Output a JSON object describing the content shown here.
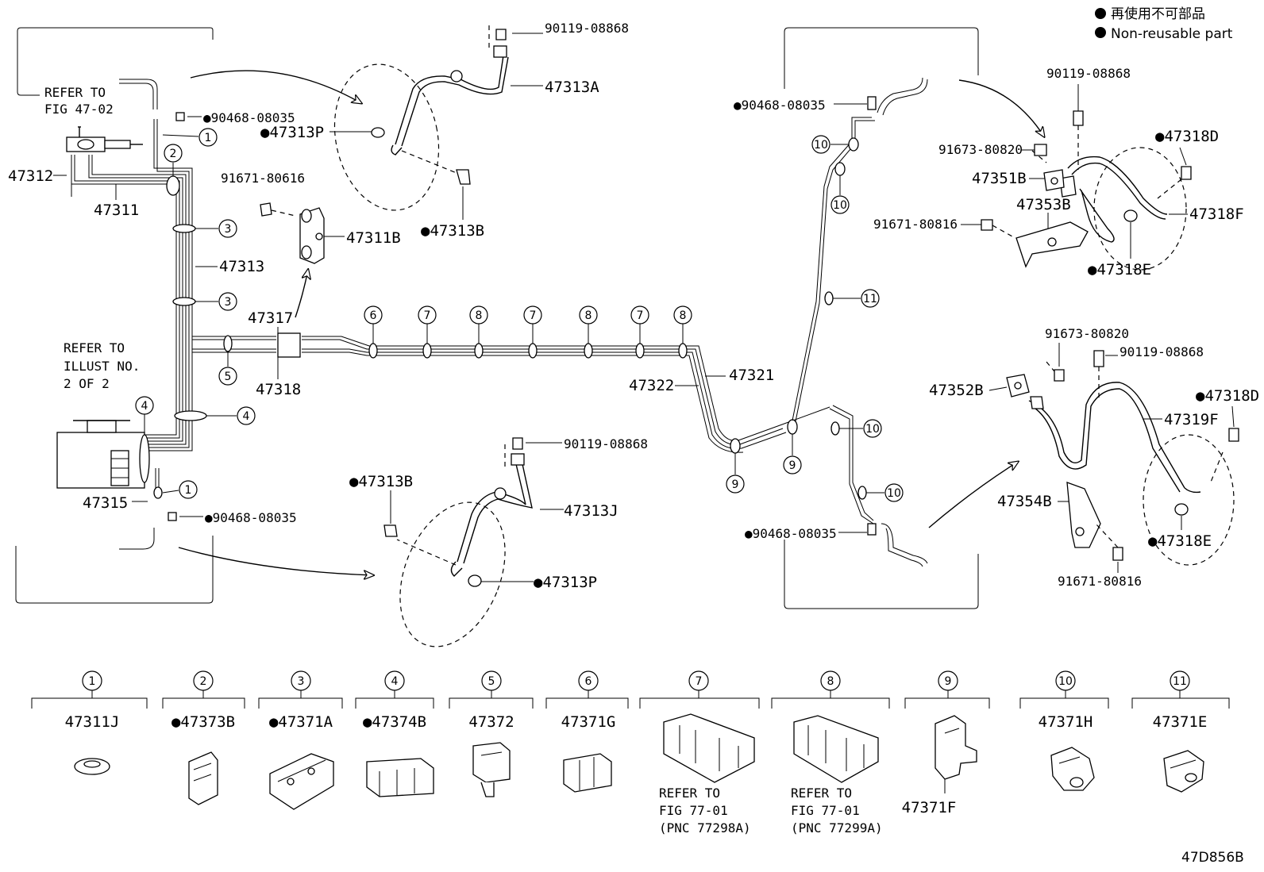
{
  "legend": {
    "jp": "再使用不可部品",
    "en": "Non-reusable part"
  },
  "figure_code": "47D856B",
  "refs": {
    "fig_47_02": [
      "REFER TO",
      "FIG 47-02"
    ],
    "illust": [
      "REFER TO",
      "ILLUST NO.",
      "2 OF 2"
    ],
    "fig_77_a": [
      "REFER TO",
      "FIG 77-01",
      "(PNC 77298A)"
    ],
    "fig_77_b": [
      "REFER TO",
      "FIG 77-01",
      "(PNC 77299A)"
    ]
  },
  "labels": {
    "p90119_a": "90119-08868",
    "p47313A": "47313A",
    "p90468_a": "●90468-08035",
    "p47313P_a": "●47313P",
    "p47312": "47312",
    "p47311": "47311",
    "p91671_a": "91671-80616",
    "p47311B": "47311B",
    "p47313B_a": "●47313B",
    "p47313": "47313",
    "p47317": "47317",
    "p47318": "47318",
    "p47315": "47315",
    "p90468_b": "●90468-08035",
    "p90119_b": "90119-08868",
    "p47313B_b": "●47313B",
    "p47313J": "47313J",
    "p47313P_b": "●47313P",
    "p47322": "47322",
    "p47321": "47321",
    "p90468_c": "●90468-08035",
    "p90468_d": "●90468-08035",
    "p90119_c": "90119-08868",
    "p91673_a": "91673-80820",
    "p47351B": "47351B",
    "p47318D_a": "●47318D",
    "p47353B": "47353B",
    "p91671_b": "91671-80816",
    "p47318F": "47318F",
    "p47318E_a": "●47318E",
    "p91673_b": "91673-80820",
    "p90119_d": "90119-08868",
    "p47352B": "47352B",
    "p47318D_b": "●47318D",
    "p47319F": "47319F",
    "p47354B": "47354B",
    "p47318E_b": "●47318E",
    "p91671_c": "91671-80816"
  },
  "callouts": {
    "c1": "1",
    "c2": "2",
    "c3": "3",
    "c4": "4",
    "c5": "5",
    "c6": "6",
    "c7": "7",
    "c8": "8",
    "c9": "9",
    "c10": "10",
    "c11": "11"
  },
  "clips": [
    {
      "num": "1",
      "part": "47311J"
    },
    {
      "num": "2",
      "part": "●47373B"
    },
    {
      "num": "3",
      "part": "●47371A"
    },
    {
      "num": "4",
      "part": "●47374B"
    },
    {
      "num": "5",
      "part": "47372"
    },
    {
      "num": "6",
      "part": "47371G"
    },
    {
      "num": "7",
      "part": ""
    },
    {
      "num": "8",
      "part": ""
    },
    {
      "num": "9",
      "part": "47371F"
    },
    {
      "num": "10",
      "part": "47371H"
    },
    {
      "num": "11",
      "part": "47371E"
    }
  ]
}
